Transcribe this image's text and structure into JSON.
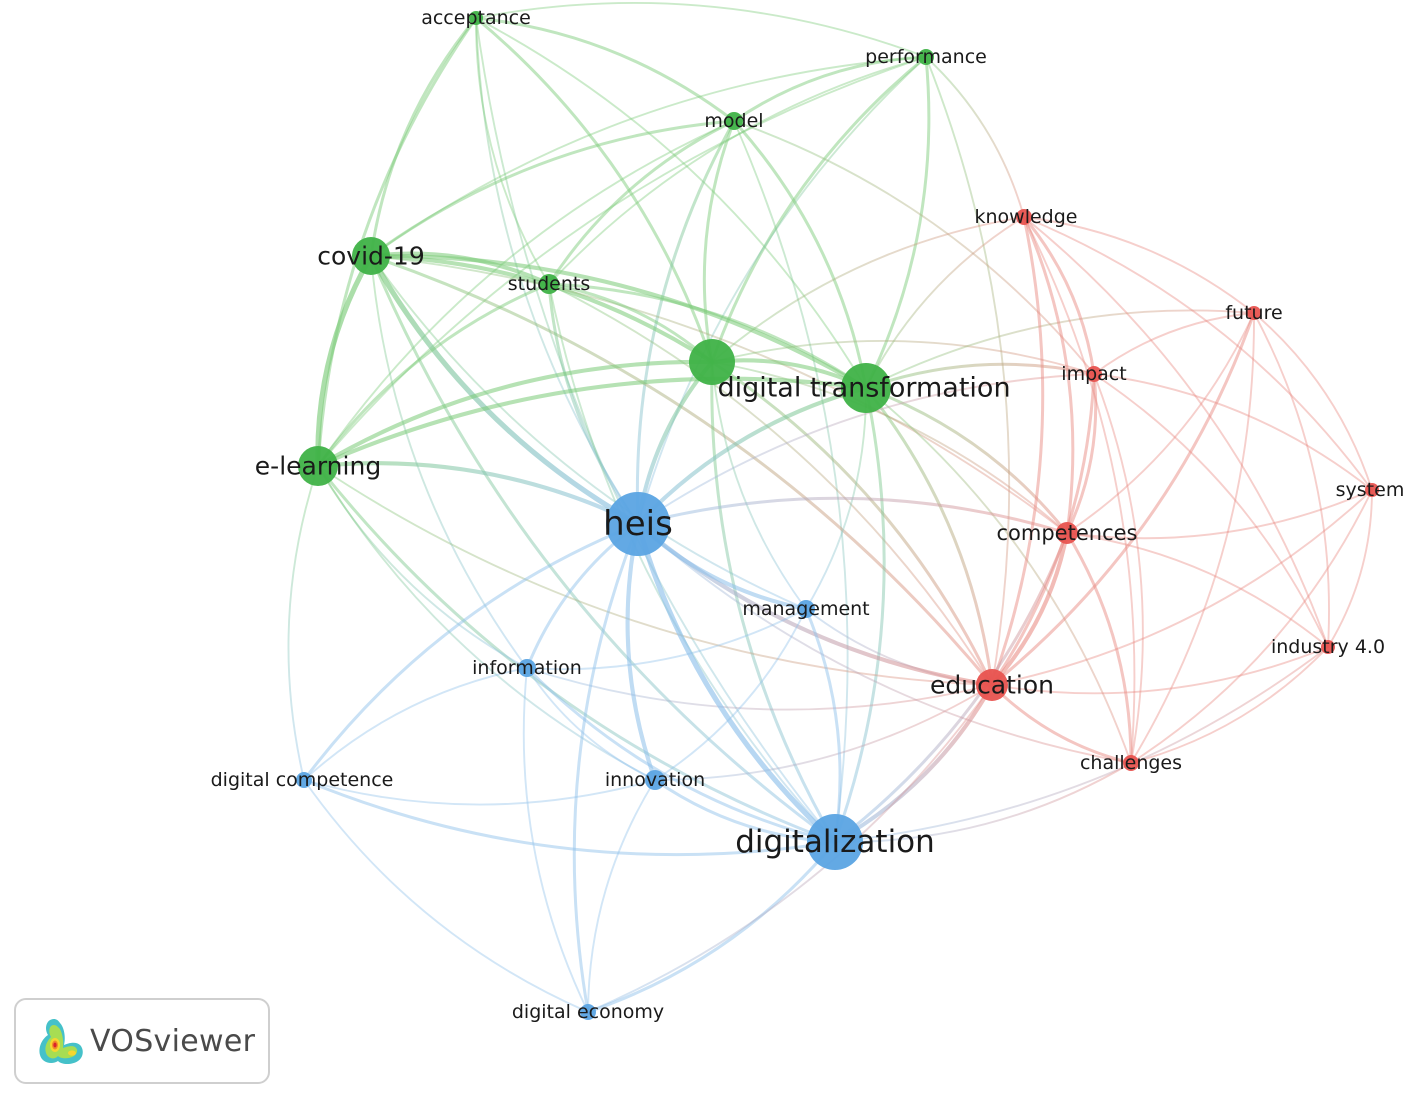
{
  "colors": {
    "cluster_red": "#e8534f",
    "cluster_green": "#3fb247",
    "cluster_blue": "#5ba4e3",
    "edge_red": "#e8877f",
    "edge_green": "#7ccb79",
    "edge_blue": "#8ec0ea",
    "label": "#1a1a1a",
    "badge_border": "#cfcfcf",
    "badge_text": "#4a4a4a"
  },
  "clusters": [
    {
      "id": "red",
      "color": "#e8534f"
    },
    {
      "id": "green",
      "color": "#3fb247"
    },
    {
      "id": "blue",
      "color": "#5ba4e3"
    }
  ],
  "nodes": [
    {
      "id": "acceptance",
      "label": "acceptance",
      "cluster": "green",
      "weight": 1
    },
    {
      "id": "performance",
      "label": "performance",
      "cluster": "green",
      "weight": 1
    },
    {
      "id": "model",
      "label": "model",
      "cluster": "green",
      "weight": 1
    },
    {
      "id": "covid19",
      "label": "covid-19",
      "cluster": "green",
      "weight": 4
    },
    {
      "id": "students",
      "label": "students",
      "cluster": "green",
      "weight": 1
    },
    {
      "id": "dt_node",
      "label": "",
      "cluster": "green",
      "weight": 5
    },
    {
      "id": "digital_transformation",
      "label": "digital transformation",
      "cluster": "green",
      "weight": 6
    },
    {
      "id": "elearning",
      "label": "e-learning",
      "cluster": "green",
      "weight": 4
    },
    {
      "id": "knowledge",
      "label": "knowledge",
      "cluster": "red",
      "weight": 1
    },
    {
      "id": "future",
      "label": "future",
      "cluster": "red",
      "weight": 1
    },
    {
      "id": "impact",
      "label": "impact",
      "cluster": "red",
      "weight": 1
    },
    {
      "id": "system",
      "label": "system",
      "cluster": "red",
      "weight": 1
    },
    {
      "id": "competences",
      "label": "competences",
      "cluster": "red",
      "weight": 2
    },
    {
      "id": "industry40",
      "label": "industry 4.0",
      "cluster": "red",
      "weight": 1
    },
    {
      "id": "education",
      "label": "education",
      "cluster": "red",
      "weight": 4
    },
    {
      "id": "challenges",
      "label": "challenges",
      "cluster": "red",
      "weight": 1
    },
    {
      "id": "heis",
      "label": "heis",
      "cluster": "blue",
      "weight": 8
    },
    {
      "id": "management",
      "label": "management",
      "cluster": "blue",
      "weight": 1
    },
    {
      "id": "information",
      "label": "information",
      "cluster": "blue",
      "weight": 1
    },
    {
      "id": "digital_competence",
      "label": "digital competence",
      "cluster": "blue",
      "weight": 1
    },
    {
      "id": "innovation",
      "label": "innovation",
      "cluster": "blue",
      "weight": 1
    },
    {
      "id": "digitalization",
      "label": "digitalization",
      "cluster": "blue",
      "weight": 7
    },
    {
      "id": "digital_economy",
      "label": "digital economy",
      "cluster": "blue",
      "weight": 1
    }
  ],
  "edges": [
    [
      "acceptance",
      "model",
      2
    ],
    [
      "acceptance",
      "covid19",
      2
    ],
    [
      "acceptance",
      "students",
      1
    ],
    [
      "acceptance",
      "dt_node",
      2
    ],
    [
      "acceptance",
      "digital_transformation",
      1
    ],
    [
      "acceptance",
      "elearning",
      2
    ],
    [
      "acceptance",
      "performance",
      1
    ],
    [
      "acceptance",
      "heis",
      1
    ],
    [
      "acceptance",
      "digitalization",
      1
    ],
    [
      "performance",
      "model",
      2
    ],
    [
      "performance",
      "dt_node",
      2
    ],
    [
      "performance",
      "digital_transformation",
      2
    ],
    [
      "performance",
      "covid19",
      1
    ],
    [
      "performance",
      "students",
      1
    ],
    [
      "performance",
      "heis",
      1
    ],
    [
      "performance",
      "elearning",
      1
    ],
    [
      "performance",
      "knowledge",
      1
    ],
    [
      "performance",
      "education",
      1
    ],
    [
      "model",
      "covid19",
      2
    ],
    [
      "model",
      "students",
      2
    ],
    [
      "model",
      "dt_node",
      2
    ],
    [
      "model",
      "digital_transformation",
      2
    ],
    [
      "model",
      "elearning",
      1
    ],
    [
      "model",
      "heis",
      2
    ],
    [
      "model",
      "digitalization",
      1
    ],
    [
      "model",
      "impact",
      1
    ],
    [
      "covid19",
      "students",
      3
    ],
    [
      "covid19",
      "dt_node",
      3
    ],
    [
      "covid19",
      "digital_transformation",
      3
    ],
    [
      "covid19",
      "elearning",
      4
    ],
    [
      "covid19",
      "heis",
      4
    ],
    [
      "covid19",
      "digitalization",
      2
    ],
    [
      "covid19",
      "education",
      2
    ],
    [
      "covid19",
      "management",
      1
    ],
    [
      "covid19",
      "information",
      1
    ],
    [
      "covid19",
      "competences",
      1
    ],
    [
      "students",
      "dt_node",
      2
    ],
    [
      "students",
      "digital_transformation",
      2
    ],
    [
      "students",
      "heis",
      2
    ],
    [
      "students",
      "elearning",
      2
    ],
    [
      "students",
      "digitalization",
      1
    ],
    [
      "students",
      "education",
      1
    ],
    [
      "dt_node",
      "digital_transformation",
      3
    ],
    [
      "dt_node",
      "elearning",
      3
    ],
    [
      "dt_node",
      "heis",
      3
    ],
    [
      "dt_node",
      "digitalization",
      2
    ],
    [
      "dt_node",
      "education",
      2
    ],
    [
      "dt_node",
      "impact",
      1
    ],
    [
      "dt_node",
      "knowledge",
      1
    ],
    [
      "dt_node",
      "management",
      1
    ],
    [
      "dt_node",
      "competences",
      1
    ],
    [
      "digital_transformation",
      "elearning",
      3
    ],
    [
      "digital_transformation",
      "heis",
      3
    ],
    [
      "digital_transformation",
      "digitalization",
      2
    ],
    [
      "digital_transformation",
      "education",
      2
    ],
    [
      "digital_transformation",
      "impact",
      2
    ],
    [
      "digital_transformation",
      "knowledge",
      1
    ],
    [
      "digital_transformation",
      "future",
      1
    ],
    [
      "digital_transformation",
      "competences",
      2
    ],
    [
      "digital_transformation",
      "management",
      1
    ],
    [
      "digital_transformation",
      "challenges",
      1
    ],
    [
      "elearning",
      "heis",
      3
    ],
    [
      "elearning",
      "digitalization",
      2
    ],
    [
      "elearning",
      "education",
      1
    ],
    [
      "elearning",
      "information",
      1
    ],
    [
      "elearning",
      "digital_competence",
      1
    ],
    [
      "elearning",
      "innovation",
      1
    ],
    [
      "knowledge",
      "impact",
      2
    ],
    [
      "knowledge",
      "future",
      1
    ],
    [
      "knowledge",
      "competences",
      2
    ],
    [
      "knowledge",
      "education",
      2
    ],
    [
      "knowledge",
      "system",
      1
    ],
    [
      "knowledge",
      "industry40",
      1
    ],
    [
      "knowledge",
      "challenges",
      1
    ],
    [
      "future",
      "impact",
      1
    ],
    [
      "future",
      "system",
      1
    ],
    [
      "future",
      "competences",
      1
    ],
    [
      "future",
      "education",
      2
    ],
    [
      "future",
      "industry40",
      1
    ],
    [
      "future",
      "challenges",
      1
    ],
    [
      "impact",
      "competences",
      2
    ],
    [
      "impact",
      "education",
      2
    ],
    [
      "impact",
      "system",
      1
    ],
    [
      "impact",
      "industry40",
      1
    ],
    [
      "impact",
      "challenges",
      1
    ],
    [
      "impact",
      "heis",
      1
    ],
    [
      "system",
      "competences",
      1
    ],
    [
      "system",
      "education",
      1
    ],
    [
      "system",
      "industry40",
      1
    ],
    [
      "system",
      "challenges",
      1
    ],
    [
      "competences",
      "education",
      3
    ],
    [
      "competences",
      "industry40",
      1
    ],
    [
      "competences",
      "challenges",
      2
    ],
    [
      "competences",
      "heis",
      2
    ],
    [
      "competences",
      "digitalization",
      2
    ],
    [
      "industry40",
      "education",
      1
    ],
    [
      "industry40",
      "challenges",
      1
    ],
    [
      "industry40",
      "digitalization",
      1
    ],
    [
      "education",
      "challenges",
      2
    ],
    [
      "education",
      "heis",
      3
    ],
    [
      "education",
      "digitalization",
      3
    ],
    [
      "education",
      "management",
      1
    ],
    [
      "education",
      "information",
      1
    ],
    [
      "education",
      "innovation",
      1
    ],
    [
      "challenges",
      "digitalization",
      1
    ],
    [
      "challenges",
      "heis",
      1
    ],
    [
      "heis",
      "management",
      3
    ],
    [
      "heis",
      "information",
      2
    ],
    [
      "heis",
      "digital_competence",
      2
    ],
    [
      "heis",
      "innovation",
      3
    ],
    [
      "heis",
      "digitalization",
      4
    ],
    [
      "heis",
      "digital_economy",
      2
    ],
    [
      "management",
      "digitalization",
      2
    ],
    [
      "management",
      "information",
      1
    ],
    [
      "management",
      "innovation",
      1
    ],
    [
      "information",
      "digitalization",
      2
    ],
    [
      "information",
      "innovation",
      1
    ],
    [
      "information",
      "digital_competence",
      1
    ],
    [
      "information",
      "digital_economy",
      1
    ],
    [
      "digital_competence",
      "digitalization",
      2
    ],
    [
      "digital_competence",
      "innovation",
      1
    ],
    [
      "digital_competence",
      "digital_economy",
      1
    ],
    [
      "innovation",
      "digitalization",
      2
    ],
    [
      "innovation",
      "digital_economy",
      1
    ],
    [
      "digitalization",
      "digital_economy",
      2
    ],
    [
      "digital_economy",
      "education",
      1
    ]
  ],
  "badge": {
    "text": "VOSviewer",
    "logo_icon": "vosviewer-logo-icon"
  }
}
